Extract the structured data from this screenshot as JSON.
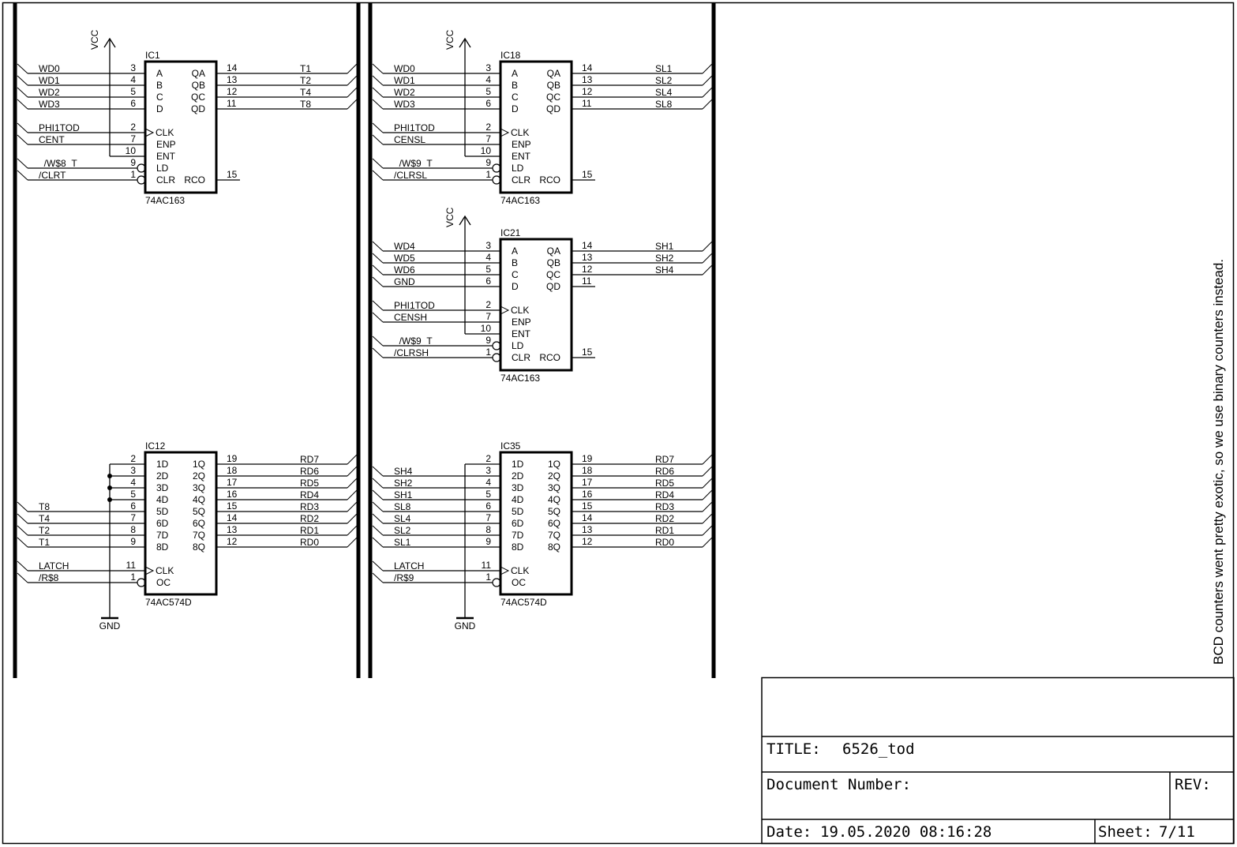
{
  "sheet": {
    "ics": [
      {
        "id": "IC1",
        "part": "74AC163",
        "type": "163",
        "left": [
          {
            "num": "3",
            "pin": "A",
            "net": "WD0"
          },
          {
            "num": "4",
            "pin": "B",
            "net": "WD1"
          },
          {
            "num": "5",
            "pin": "C",
            "net": "WD2"
          },
          {
            "num": "6",
            "pin": "D",
            "net": "WD3"
          },
          {
            "num": "2",
            "pin": "CLK",
            "net": "PHI1TOD",
            "clock": true
          },
          {
            "num": "7",
            "pin": "ENP",
            "net": "CENT"
          },
          {
            "num": "10",
            "pin": "ENT",
            "net": null,
            "supply": "VCC"
          },
          {
            "num": "9",
            "pin": "LD",
            "net": "_/W$8_T",
            "inverted": true
          },
          {
            "num": "1",
            "pin": "CLR",
            "net": "/CLRT",
            "inverted": true
          }
        ],
        "right": [
          {
            "num": "14",
            "pin": "QA",
            "net": "T1"
          },
          {
            "num": "13",
            "pin": "QB",
            "net": "T2"
          },
          {
            "num": "12",
            "pin": "QC",
            "net": "T4"
          },
          {
            "num": "11",
            "pin": "QD",
            "net": "T8"
          },
          {
            "num": "15",
            "pin": "RCO",
            "net": null
          }
        ]
      },
      {
        "id": "IC18",
        "part": "74AC163",
        "type": "163",
        "left": [
          {
            "num": "3",
            "pin": "A",
            "net": "WD0"
          },
          {
            "num": "4",
            "pin": "B",
            "net": "WD1"
          },
          {
            "num": "5",
            "pin": "C",
            "net": "WD2"
          },
          {
            "num": "6",
            "pin": "D",
            "net": "WD3"
          },
          {
            "num": "2",
            "pin": "CLK",
            "net": "PHI1TOD",
            "clock": true
          },
          {
            "num": "7",
            "pin": "ENP",
            "net": "CENSL"
          },
          {
            "num": "10",
            "pin": "ENT",
            "net": null,
            "supply": "VCC"
          },
          {
            "num": "9",
            "pin": "LD",
            "net": "_/W$9_T",
            "inverted": true
          },
          {
            "num": "1",
            "pin": "CLR",
            "net": "/CLRSL",
            "inverted": true
          }
        ],
        "right": [
          {
            "num": "14",
            "pin": "QA",
            "net": "SL1"
          },
          {
            "num": "13",
            "pin": "QB",
            "net": "SL2"
          },
          {
            "num": "12",
            "pin": "QC",
            "net": "SL4"
          },
          {
            "num": "11",
            "pin": "QD",
            "net": "SL8"
          },
          {
            "num": "15",
            "pin": "RCO",
            "net": null
          }
        ]
      },
      {
        "id": "IC21",
        "part": "74AC163",
        "type": "163",
        "left": [
          {
            "num": "3",
            "pin": "A",
            "net": "WD4"
          },
          {
            "num": "4",
            "pin": "B",
            "net": "WD5"
          },
          {
            "num": "5",
            "pin": "C",
            "net": "WD6"
          },
          {
            "num": "6",
            "pin": "D",
            "net": "GND"
          },
          {
            "num": "2",
            "pin": "CLK",
            "net": "PHI1TOD",
            "clock": true
          },
          {
            "num": "7",
            "pin": "ENP",
            "net": "CENSH"
          },
          {
            "num": "10",
            "pin": "ENT",
            "net": null,
            "supply": "VCC"
          },
          {
            "num": "9",
            "pin": "LD",
            "net": "_/W$9_T",
            "inverted": true
          },
          {
            "num": "1",
            "pin": "CLR",
            "net": "/CLRSH",
            "inverted": true
          }
        ],
        "right": [
          {
            "num": "14",
            "pin": "QA",
            "net": "SH1"
          },
          {
            "num": "13",
            "pin": "QB",
            "net": "SH2"
          },
          {
            "num": "12",
            "pin": "QC",
            "net": "SH4"
          },
          {
            "num": "11",
            "pin": "QD",
            "net": null
          },
          {
            "num": "15",
            "pin": "RCO",
            "net": null
          }
        ]
      },
      {
        "id": "IC12",
        "part": "74AC574D",
        "type": "574",
        "left": [
          {
            "num": "2",
            "pin": "1D",
            "net": null,
            "supply": "GND"
          },
          {
            "num": "3",
            "pin": "2D",
            "net": null,
            "supply": "GND",
            "junction": true
          },
          {
            "num": "4",
            "pin": "3D",
            "net": null,
            "supply": "GND",
            "junction": true
          },
          {
            "num": "5",
            "pin": "4D",
            "net": null,
            "supply": "GND",
            "junction": true
          },
          {
            "num": "6",
            "pin": "5D",
            "net": "T8"
          },
          {
            "num": "7",
            "pin": "6D",
            "net": "T4"
          },
          {
            "num": "8",
            "pin": "7D",
            "net": "T2"
          },
          {
            "num": "9",
            "pin": "8D",
            "net": "T1"
          },
          {
            "num": "11",
            "pin": "CLK",
            "net": "LATCH",
            "clock": true
          },
          {
            "num": "1",
            "pin": "OC",
            "net": "/R$8",
            "inverted": true
          }
        ],
        "right": [
          {
            "num": "19",
            "pin": "1Q",
            "net": "RD7"
          },
          {
            "num": "18",
            "pin": "2Q",
            "net": "RD6"
          },
          {
            "num": "17",
            "pin": "3Q",
            "net": "RD5"
          },
          {
            "num": "16",
            "pin": "4Q",
            "net": "RD4"
          },
          {
            "num": "15",
            "pin": "5Q",
            "net": "RD3"
          },
          {
            "num": "14",
            "pin": "6Q",
            "net": "RD2"
          },
          {
            "num": "13",
            "pin": "7Q",
            "net": "RD1"
          },
          {
            "num": "12",
            "pin": "8Q",
            "net": "RD0"
          }
        ]
      },
      {
        "id": "IC35",
        "part": "74AC574D",
        "type": "574",
        "left": [
          {
            "num": "2",
            "pin": "1D",
            "net": null,
            "supply": "GND"
          },
          {
            "num": "3",
            "pin": "2D",
            "net": "SH4"
          },
          {
            "num": "4",
            "pin": "3D",
            "net": "SH2"
          },
          {
            "num": "5",
            "pin": "4D",
            "net": "SH1"
          },
          {
            "num": "6",
            "pin": "5D",
            "net": "SL8"
          },
          {
            "num": "7",
            "pin": "6D",
            "net": "SL4"
          },
          {
            "num": "8",
            "pin": "7D",
            "net": "SL2"
          },
          {
            "num": "9",
            "pin": "8D",
            "net": "SL1"
          },
          {
            "num": "11",
            "pin": "CLK",
            "net": "LATCH",
            "clock": true
          },
          {
            "num": "1",
            "pin": "OC",
            "net": "/R$9",
            "inverted": true
          }
        ],
        "right": [
          {
            "num": "19",
            "pin": "1Q",
            "net": "RD7"
          },
          {
            "num": "18",
            "pin": "2Q",
            "net": "RD6"
          },
          {
            "num": "17",
            "pin": "3Q",
            "net": "RD5"
          },
          {
            "num": "16",
            "pin": "4Q",
            "net": "RD4"
          },
          {
            "num": "15",
            "pin": "5Q",
            "net": "RD3"
          },
          {
            "num": "14",
            "pin": "6Q",
            "net": "RD2"
          },
          {
            "num": "13",
            "pin": "7Q",
            "net": "RD1"
          },
          {
            "num": "12",
            "pin": "8Q",
            "net": "RD0"
          }
        ]
      }
    ],
    "supply_labels": {
      "vcc": "VCC",
      "gnd": "GND"
    }
  },
  "note": "BCD counters went pretty exotic, so we use binary counters instead.",
  "title_block": {
    "title_label": "TITLE:",
    "title": "6526_tod",
    "doc_label": "Document Number:",
    "rev_label": "REV:",
    "date_label": "Date:",
    "date": "19.05.2020 08:16:28",
    "sheet_label": "Sheet:",
    "sheet": "7/11"
  }
}
